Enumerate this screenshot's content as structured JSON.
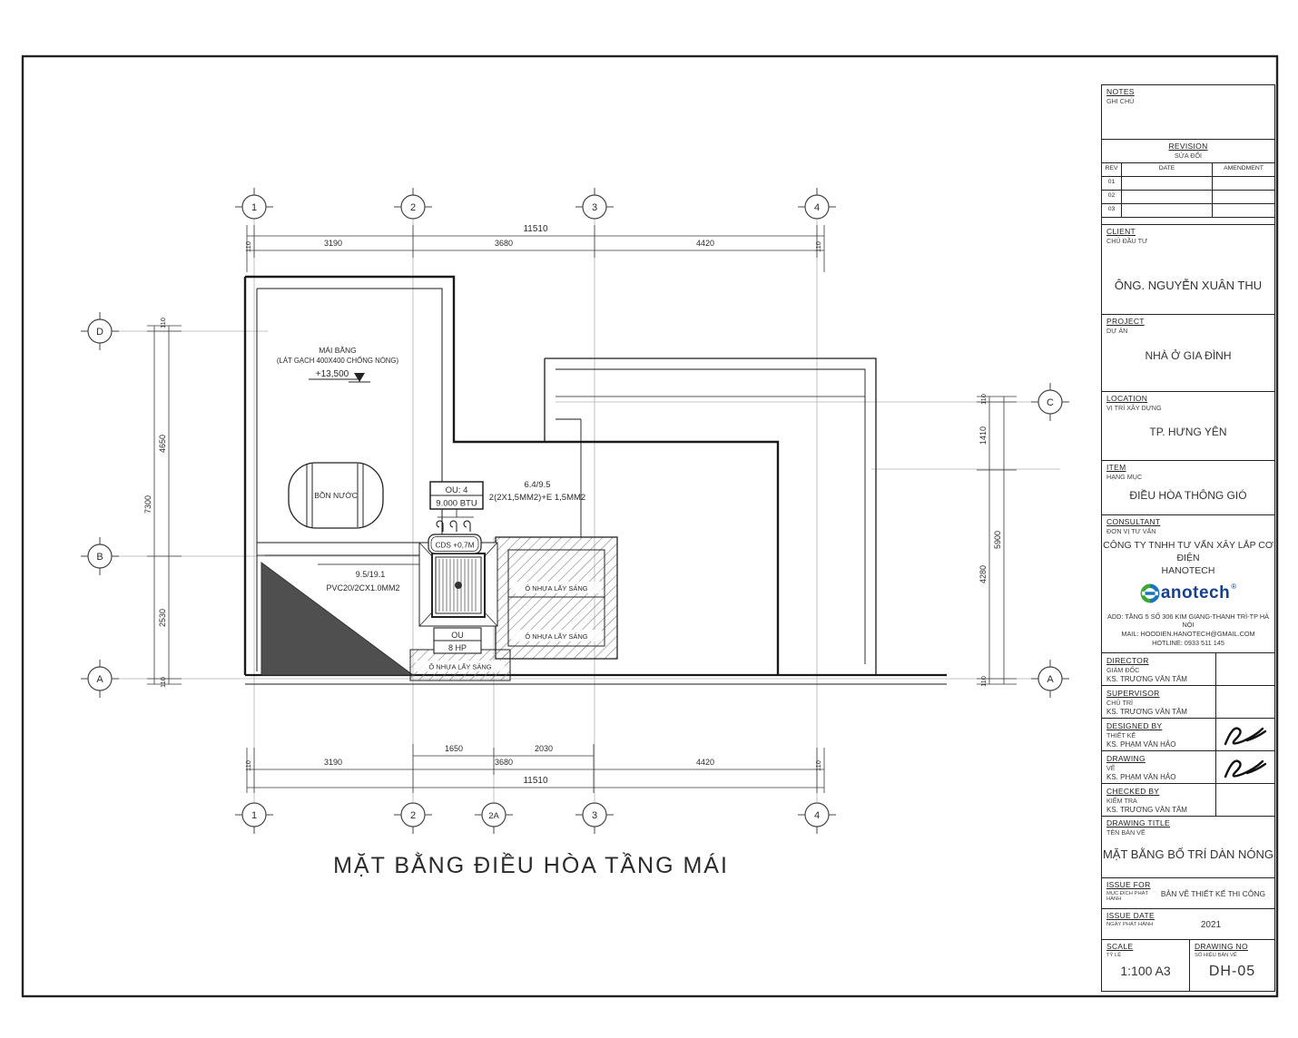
{
  "plan": {
    "title": "MẶT BẰNG ĐIỀU HÒA TẦNG MÁI",
    "grid": {
      "top": [
        "1",
        "2",
        "3",
        "4"
      ],
      "bottom": [
        "1",
        "2",
        "2A",
        "3",
        "4"
      ],
      "left": [
        "D",
        "B",
        "A"
      ],
      "right": [
        "C",
        "A"
      ]
    },
    "dims": {
      "top_total": "11510",
      "top": [
        "110",
        "3190",
        "3680",
        "4420",
        "110"
      ],
      "bottom_sub": [
        "1650",
        "2030"
      ],
      "bottom": [
        "110",
        "3190",
        "3680",
        "4420",
        "110"
      ],
      "bottom_total": "11510",
      "left": [
        "110",
        "4650",
        "2530",
        "110"
      ],
      "left_total": "7300",
      "right": [
        "110",
        "1410",
        "4280",
        "110"
      ],
      "right_total": "5900"
    },
    "labels": {
      "roof_1": "MÁI BẰNG",
      "roof_2": "(LÁT GẠCH 400X400 CHỐNG NÓNG)",
      "roof_level": "+13,500",
      "tank": "BỒN NƯỚC",
      "ou4_line1": "OU: 4",
      "ou4_line2": "9.000 BTU",
      "wire_line1": "6.4/9.5",
      "wire_line2": "2(2X1,5MM2)+E 1,5MM2",
      "cds": "CDS +0,7M",
      "pipe_line1": "9.5/19.1",
      "pipe_line2": "PVC20/2CX1.0MM2",
      "ou8_line1": "OU",
      "ou8_line2": "8 HP",
      "skylight": "Ô NHỰA LẤY SÁNG"
    }
  },
  "titleblock": {
    "notes_en": "NOTES",
    "notes_vn": "GHI CHÚ",
    "revision_en": "REVISION",
    "revision_vn": "SỬA ĐỔI",
    "rev_cols": [
      "REV",
      "DATE",
      "AMENDMENT"
    ],
    "rev_rows": [
      "01",
      "02",
      "03"
    ],
    "client_en": "CLIENT",
    "client_vn": "CHỦ ĐẦU TƯ",
    "client_value": "ÔNG. NGUYỄN XUÂN THU",
    "project_en": "PROJECT",
    "project_vn": "DỰ ÁN",
    "project_value": "NHÀ Ở GIA ĐÌNH",
    "location_en": "LOCATION",
    "location_vn": "VỊ TRÍ XÂY DỰNG",
    "location_value": "TP. HƯNG YÊN",
    "item_en": "ITEM",
    "item_vn": "HẠNG MỤC",
    "item_value": "ĐIỀU HÒA THÔNG GIÓ",
    "consultant_en": "CONSULTANT",
    "consultant_vn": "ĐƠN VỊ TƯ VẤN",
    "company_line1": "CÔNG TY TNHH TƯ VẤN XÂY LẮP CƠ ĐIỆN",
    "company_line2": "HANOTECH",
    "logo_text": "anotech",
    "logo_reg": "®",
    "address_line1": "ADD: TẦNG 5 SỐ 306 KIM GIANG-THANH TRÌ-TP HÀ NỘI",
    "address_line2": "MAIL: HOODIEN.HANOTECH@GMAIL.COM",
    "address_line3": "HOTLINE: 0933 511 145",
    "rows": [
      {
        "en": "DIRECTOR",
        "vn": "GIÁM ĐỐC",
        "name": "KS. TRƯƠNG VĂN TÂM"
      },
      {
        "en": "SUPERVISOR",
        "vn": "CHỦ TRÌ",
        "name": "KS. TRƯƠNG VĂN TÂM"
      },
      {
        "en": "DESIGNED BY",
        "vn": "THIẾT KẾ",
        "name": "KS. PHẠM VĂN HẢO"
      },
      {
        "en": "DRAWING",
        "vn": "VẼ",
        "name": "KS. PHẠM VĂN HẢO"
      },
      {
        "en": "CHECKED BY",
        "vn": "KIỂM TRA",
        "name": "KS. TRƯƠNG VĂN TÂM"
      }
    ],
    "drawing_title_en": "DRAWING TITLE",
    "drawing_title_vn": "TÊN BẢN VẼ",
    "drawing_title_value": "MẶT BẰNG BỐ TRÍ DÀN NÓNG",
    "issue_for_en": "ISSUE FOR",
    "issue_for_vn": "MỤC ĐÍCH PHÁT HÀNH",
    "issue_for_value": "BẢN VẼ THIẾT KẾ THI CÔNG",
    "issue_date_en": "ISSUE DATE",
    "issue_date_vn": "NGÀY PHÁT HÀNH",
    "issue_date_value": "2021",
    "scale_en": "SCALE",
    "scale_vn": "TỶ LỆ",
    "scale_value": "1:100 A3",
    "drawing_no_en": "DRAWING NO",
    "drawing_no_vn": "SỐ HIỆU BẢN VẼ",
    "drawing_no_value": "DH-05"
  },
  "colors": {
    "line": "#1a1a1a",
    "grid": "#9a9a9a",
    "dim": "#3a3a3a",
    "logo_green": "#3aaa35",
    "logo_blue": "#1b75bb",
    "logo_navy": "#16418c"
  }
}
